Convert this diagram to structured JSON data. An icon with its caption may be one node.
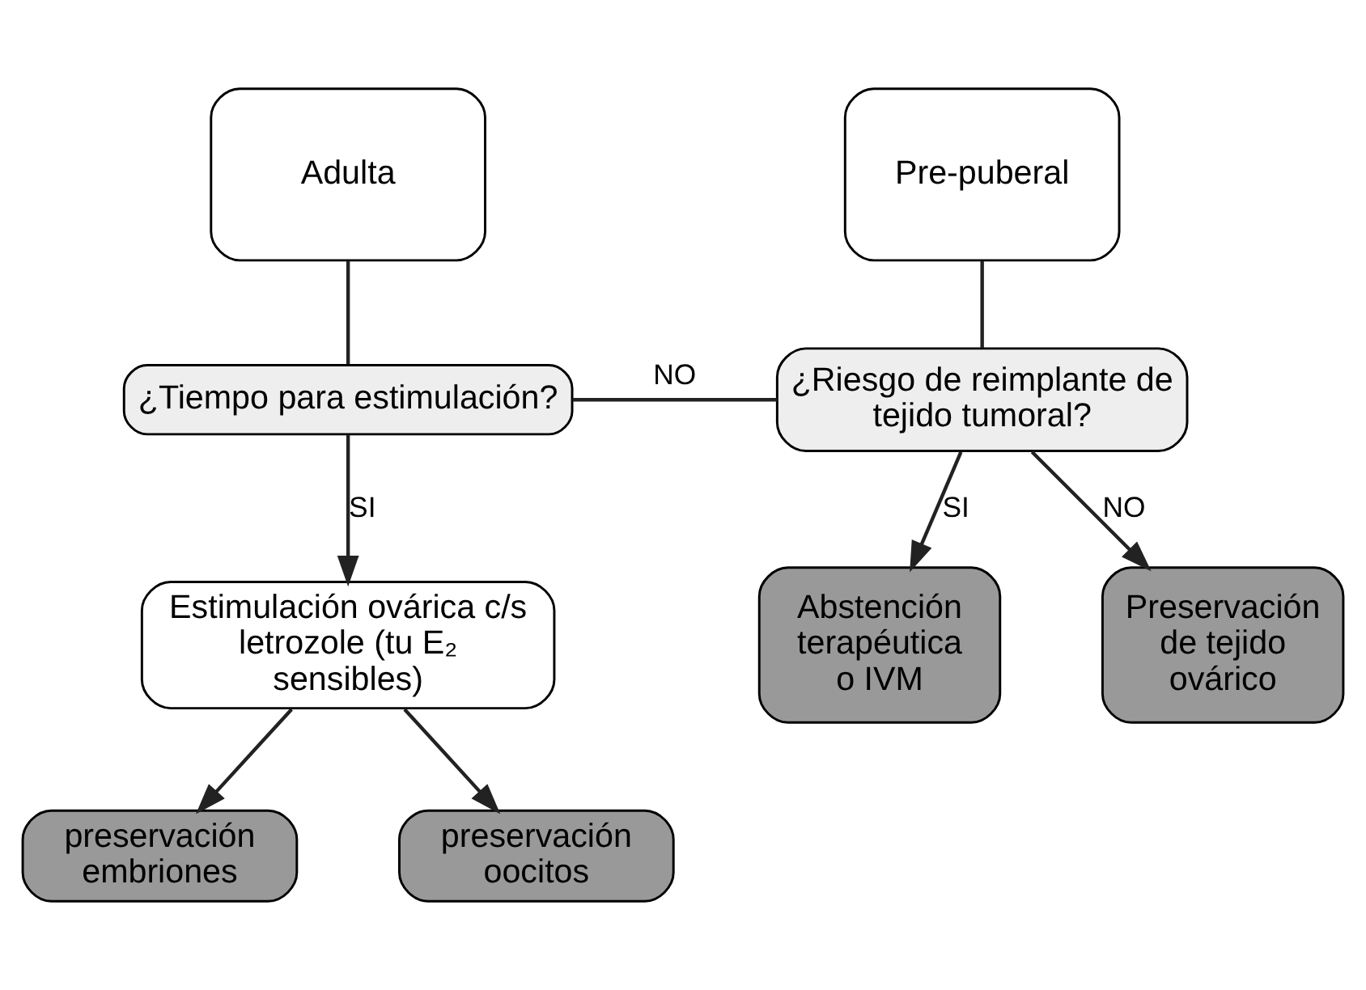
{
  "diagram": {
    "nodes": [
      {
        "text": [
          "Adulta"
        ]
      },
      {
        "text": [
          "Pre-puberal"
        ]
      },
      {
        "text": [
          "¿Tiempo para estimulación?"
        ]
      },
      {
        "text": [
          "¿Riesgo de reimplante de tejido tumoral?"
        ]
      },
      {
        "text": [
          "Estimulación ovárica c/s letrozole (tu E₂ sensibles)"
        ]
      },
      {
        "text": [
          "Abstención terapéutica o IVM"
        ]
      },
      {
        "text": [
          "Preservación de tejido ovárico"
        ]
      },
      {
        "text": [
          "preservación embriones"
        ]
      },
      {
        "text": [
          "preservación oocitos"
        ]
      }
    ],
    "edges": [
      {
        "from": 0,
        "to": 2,
        "arrow": "none"
      },
      {
        "from": 1,
        "to": 3,
        "arrow": "none"
      },
      {
        "from": 2,
        "to": 3,
        "label": "NO",
        "arrow": "none"
      },
      {
        "from": 2,
        "to": 4,
        "label": "SI",
        "arrow": "to"
      },
      {
        "from": 3,
        "to": 5,
        "label": "SI",
        "arrow": "to"
      },
      {
        "from": 3,
        "to": 6,
        "label": "NO",
        "arrow": "to"
      },
      {
        "from": 4,
        "to": 7,
        "arrow": "to"
      },
      {
        "from": 4,
        "to": 8,
        "arrow": "to"
      }
    ]
  }
}
